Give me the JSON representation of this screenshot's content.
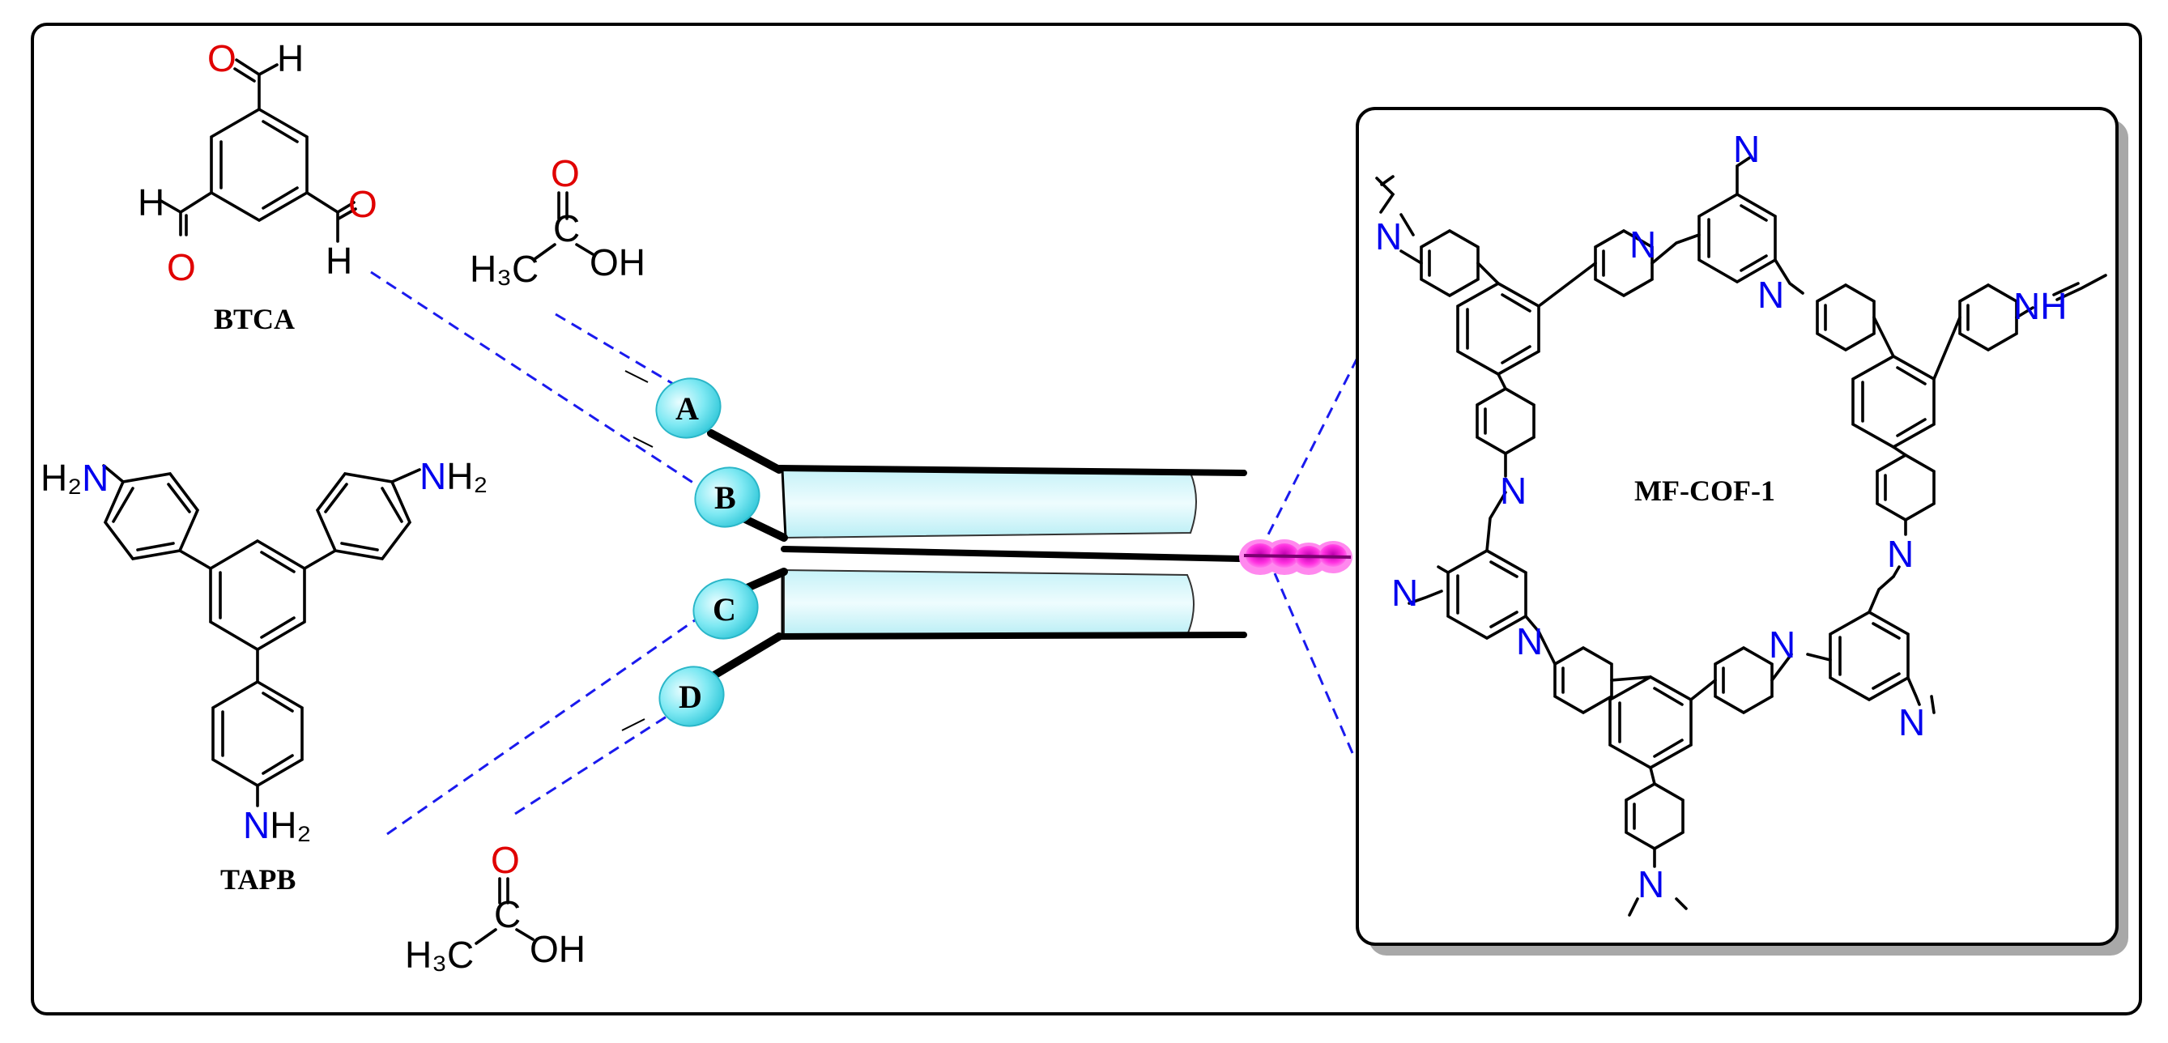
{
  "compounds": {
    "btca": {
      "name": "BTCA",
      "atoms": {
        "O": "O",
        "H": "H"
      }
    },
    "tapb": {
      "name": "TAPB",
      "atoms": {
        "H2N": "H₂N",
        "NH2": "NH₂"
      }
    },
    "acetic_acid": {
      "O": "O",
      "H3C": "H₃C",
      "C": "C",
      "OH": "OH"
    }
  },
  "inlets": [
    "A",
    "B",
    "C",
    "D"
  ],
  "product": {
    "name": "MF-COF-1",
    "atoms": {
      "N": "N",
      "NH": "NH"
    }
  },
  "colors": {
    "oxygen": "#e00000",
    "nitrogen": "#0000ee",
    "dashed_connector": "#1a1aee",
    "inlet_fill": "#6fe7f2",
    "channel_fill": "#d4f6fb",
    "outlet_droplet": "#ff44e6",
    "frame": "#000000",
    "inset_shadow": "#a8a8a8"
  }
}
